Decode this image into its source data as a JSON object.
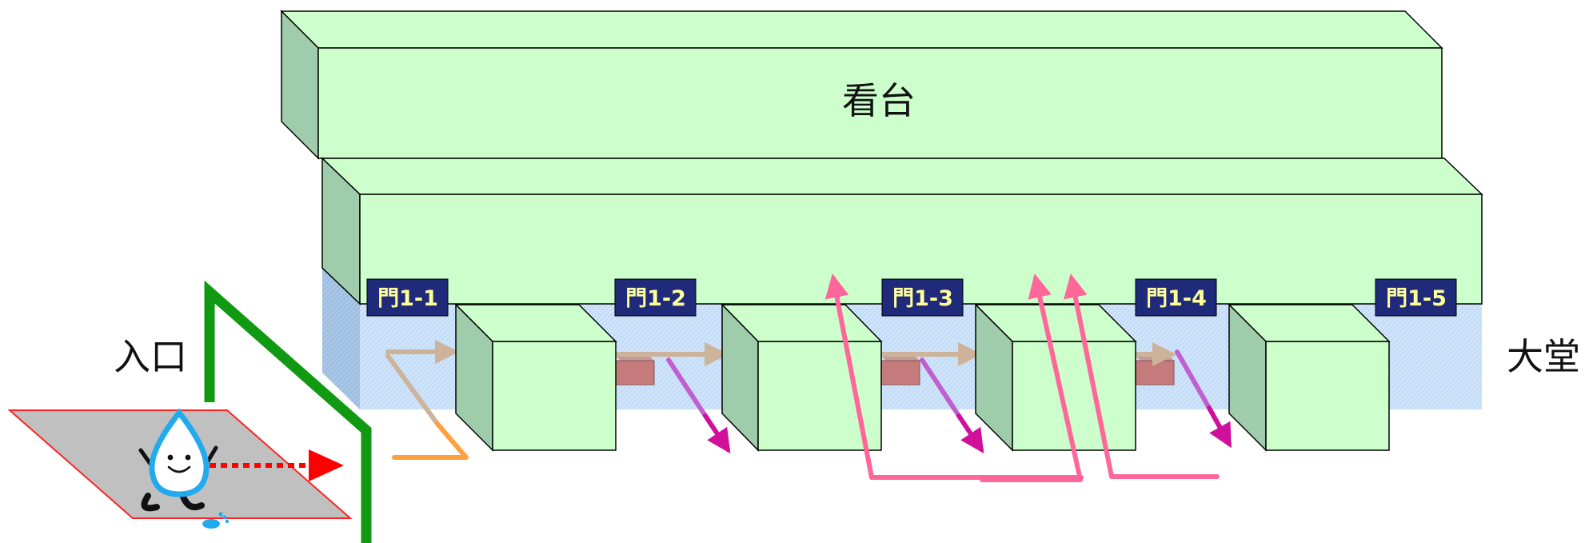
{
  "labels": {
    "stands": "看台",
    "entrance": "入口",
    "hall": "大堂"
  },
  "gates": [
    "門1-1",
    "門1-2",
    "門1-3",
    "門1-4",
    "門1-5"
  ],
  "icons": {
    "mascot": "water-drop-mascot-icon",
    "footprint": "footprint-icon"
  },
  "colors": {
    "block_front": "#ccffcc",
    "block_side": "#9fccaa",
    "corridor": "#cce5ff",
    "gate_label_bg": "#1f2a7a",
    "gate_label_text": "#ffff99",
    "path_orange": "#ffa040",
    "path_tan": "#ccb399",
    "path_purple": "#c060d0",
    "arrow_magenta": "#d0109a",
    "arrow_pink": "#ff6699",
    "wall_green": "#119911",
    "mascot_blue": "#22aaee",
    "floor_gray": "#c0c0c0",
    "floor_edge": "#ff2222",
    "dotted_red": "#ff0000"
  }
}
